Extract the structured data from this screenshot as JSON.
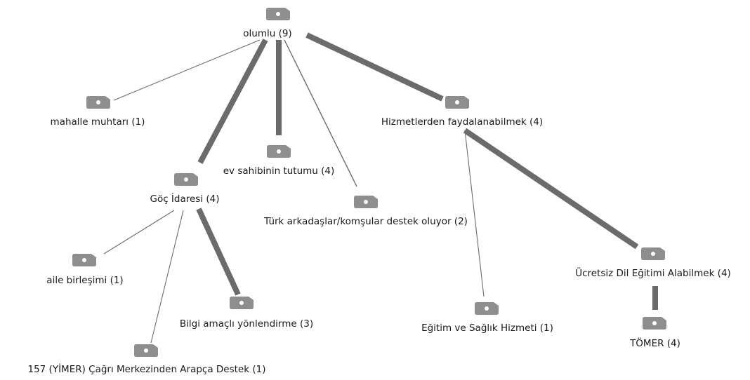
{
  "diagram": {
    "nodes": [
      {
        "id": "root",
        "label": "olumlu (9)"
      },
      {
        "id": "muhtar",
        "label": "mahalle muhtarı (1)"
      },
      {
        "id": "ev",
        "label": "ev sahibinin tutumu (4)"
      },
      {
        "id": "turk",
        "label": "Türk arkadaşlar/komşular destek oluyor (2)"
      },
      {
        "id": "hizmet",
        "label": "Hizmetlerden faydalanabilmek (4)"
      },
      {
        "id": "goc",
        "label": "Göç İdaresi (4)"
      },
      {
        "id": "aile",
        "label": "aile birleşimi (1)"
      },
      {
        "id": "bilgi",
        "label": "Bilgi amaçlı yönlendirme (3)"
      },
      {
        "id": "yimer",
        "label": "157 (YİMER) Çağrı Merkezinden Arapça Destek (1)"
      },
      {
        "id": "egitim",
        "label": "Eğitim ve Sağlık Hizmeti (1)"
      },
      {
        "id": "dil",
        "label": "Ücretsiz Dil Eğitimi Alabilmek (4)"
      },
      {
        "id": "tomer",
        "label": "TÖMER (4)"
      }
    ],
    "edges": [
      {
        "from": "root",
        "to": "muhtar",
        "weight": 1
      },
      {
        "from": "root",
        "to": "goc",
        "weight": 4
      },
      {
        "from": "root",
        "to": "ev",
        "weight": 4
      },
      {
        "from": "root",
        "to": "turk",
        "weight": 2
      },
      {
        "from": "root",
        "to": "hizmet",
        "weight": 4
      },
      {
        "from": "goc",
        "to": "aile",
        "weight": 1
      },
      {
        "from": "goc",
        "to": "bilgi",
        "weight": 3
      },
      {
        "from": "goc",
        "to": "yimer",
        "weight": 1
      },
      {
        "from": "hizmet",
        "to": "egitim",
        "weight": 1
      },
      {
        "from": "hizmet",
        "to": "dil",
        "weight": 4
      },
      {
        "from": "dil",
        "to": "tomer",
        "weight": 4
      }
    ]
  },
  "style": {
    "tag_color": "#8e8e8e",
    "edge_color": "#6b6b6b",
    "background": "#ffffff"
  }
}
